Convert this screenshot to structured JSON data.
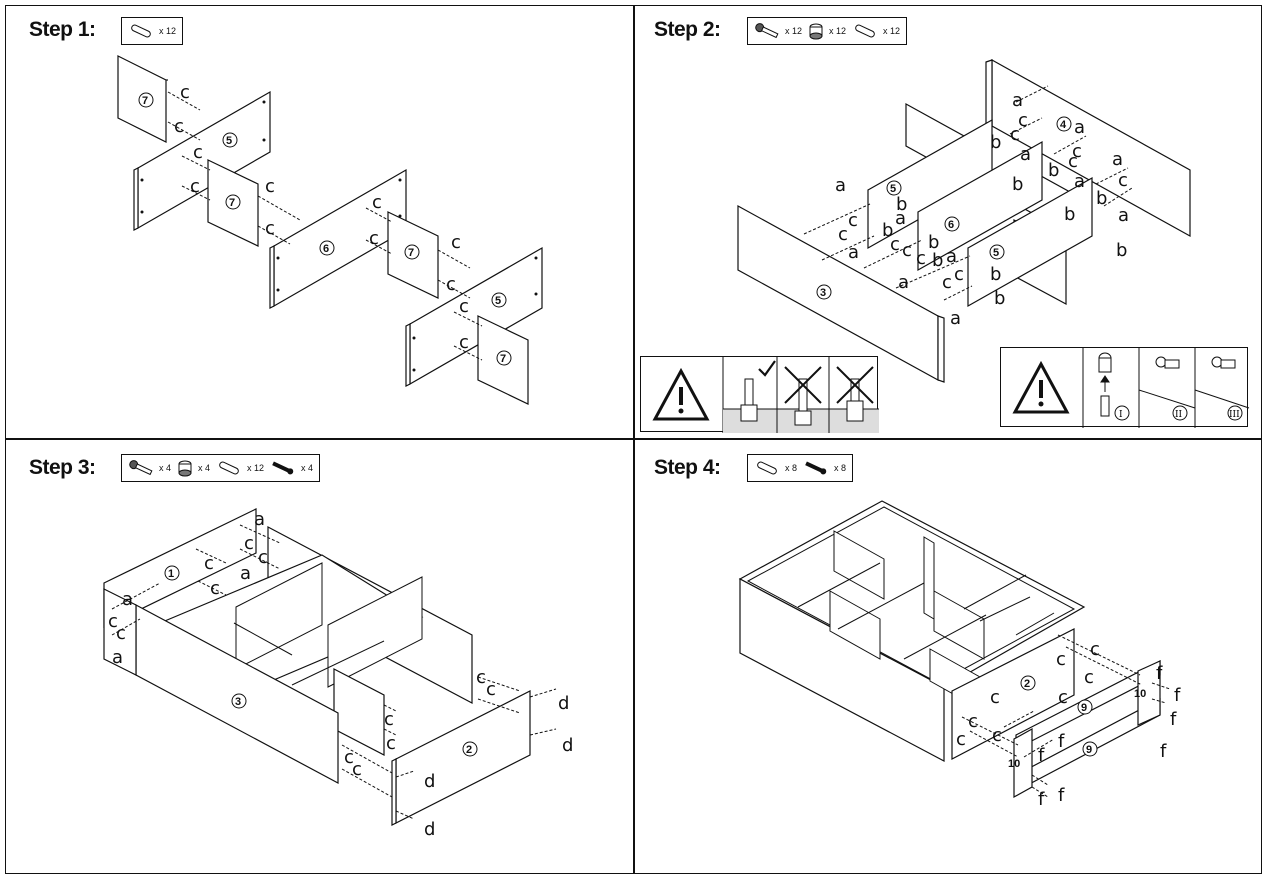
{
  "steps": [
    {
      "title": "Step 1:",
      "parts": [
        {
          "icon": "dowel-icon",
          "qty": "x 12"
        }
      ]
    },
    {
      "title": "Step 2:",
      "parts": [
        {
          "icon": "cam-bolt-icon",
          "qty": "x 12"
        },
        {
          "icon": "cam-lock-icon",
          "qty": "x 12"
        },
        {
          "icon": "dowel-icon",
          "qty": "x 12"
        }
      ]
    },
    {
      "title": "Step 3:",
      "parts": [
        {
          "icon": "cam-bolt-icon",
          "qty": "x 4"
        },
        {
          "icon": "cam-lock-icon",
          "qty": "x 4"
        },
        {
          "icon": "dowel-icon",
          "qty": "x 12"
        },
        {
          "icon": "screw-icon",
          "qty": "x 4"
        }
      ]
    },
    {
      "title": "Step 4:",
      "parts": [
        {
          "icon": "dowel-icon",
          "qty": "x 8"
        },
        {
          "icon": "screw-icon",
          "qty": "x 8"
        }
      ]
    }
  ],
  "labels": {
    "a": "a",
    "b": "b",
    "c": "c",
    "d": "d",
    "f": "f"
  },
  "part_numbers": {
    "p1": "①",
    "p2": "②",
    "p3": "③",
    "p4": "④",
    "p5": "⑤",
    "p6": "⑥",
    "p7": "⑦",
    "p9": "⑨",
    "p10": "10"
  },
  "roman": {
    "i": "I",
    "ii": "II",
    "iii": "III"
  },
  "warning_icon": "warning-triangle-icon",
  "check_icon": "checkmark-icon",
  "cross_icon": "cross-icon"
}
